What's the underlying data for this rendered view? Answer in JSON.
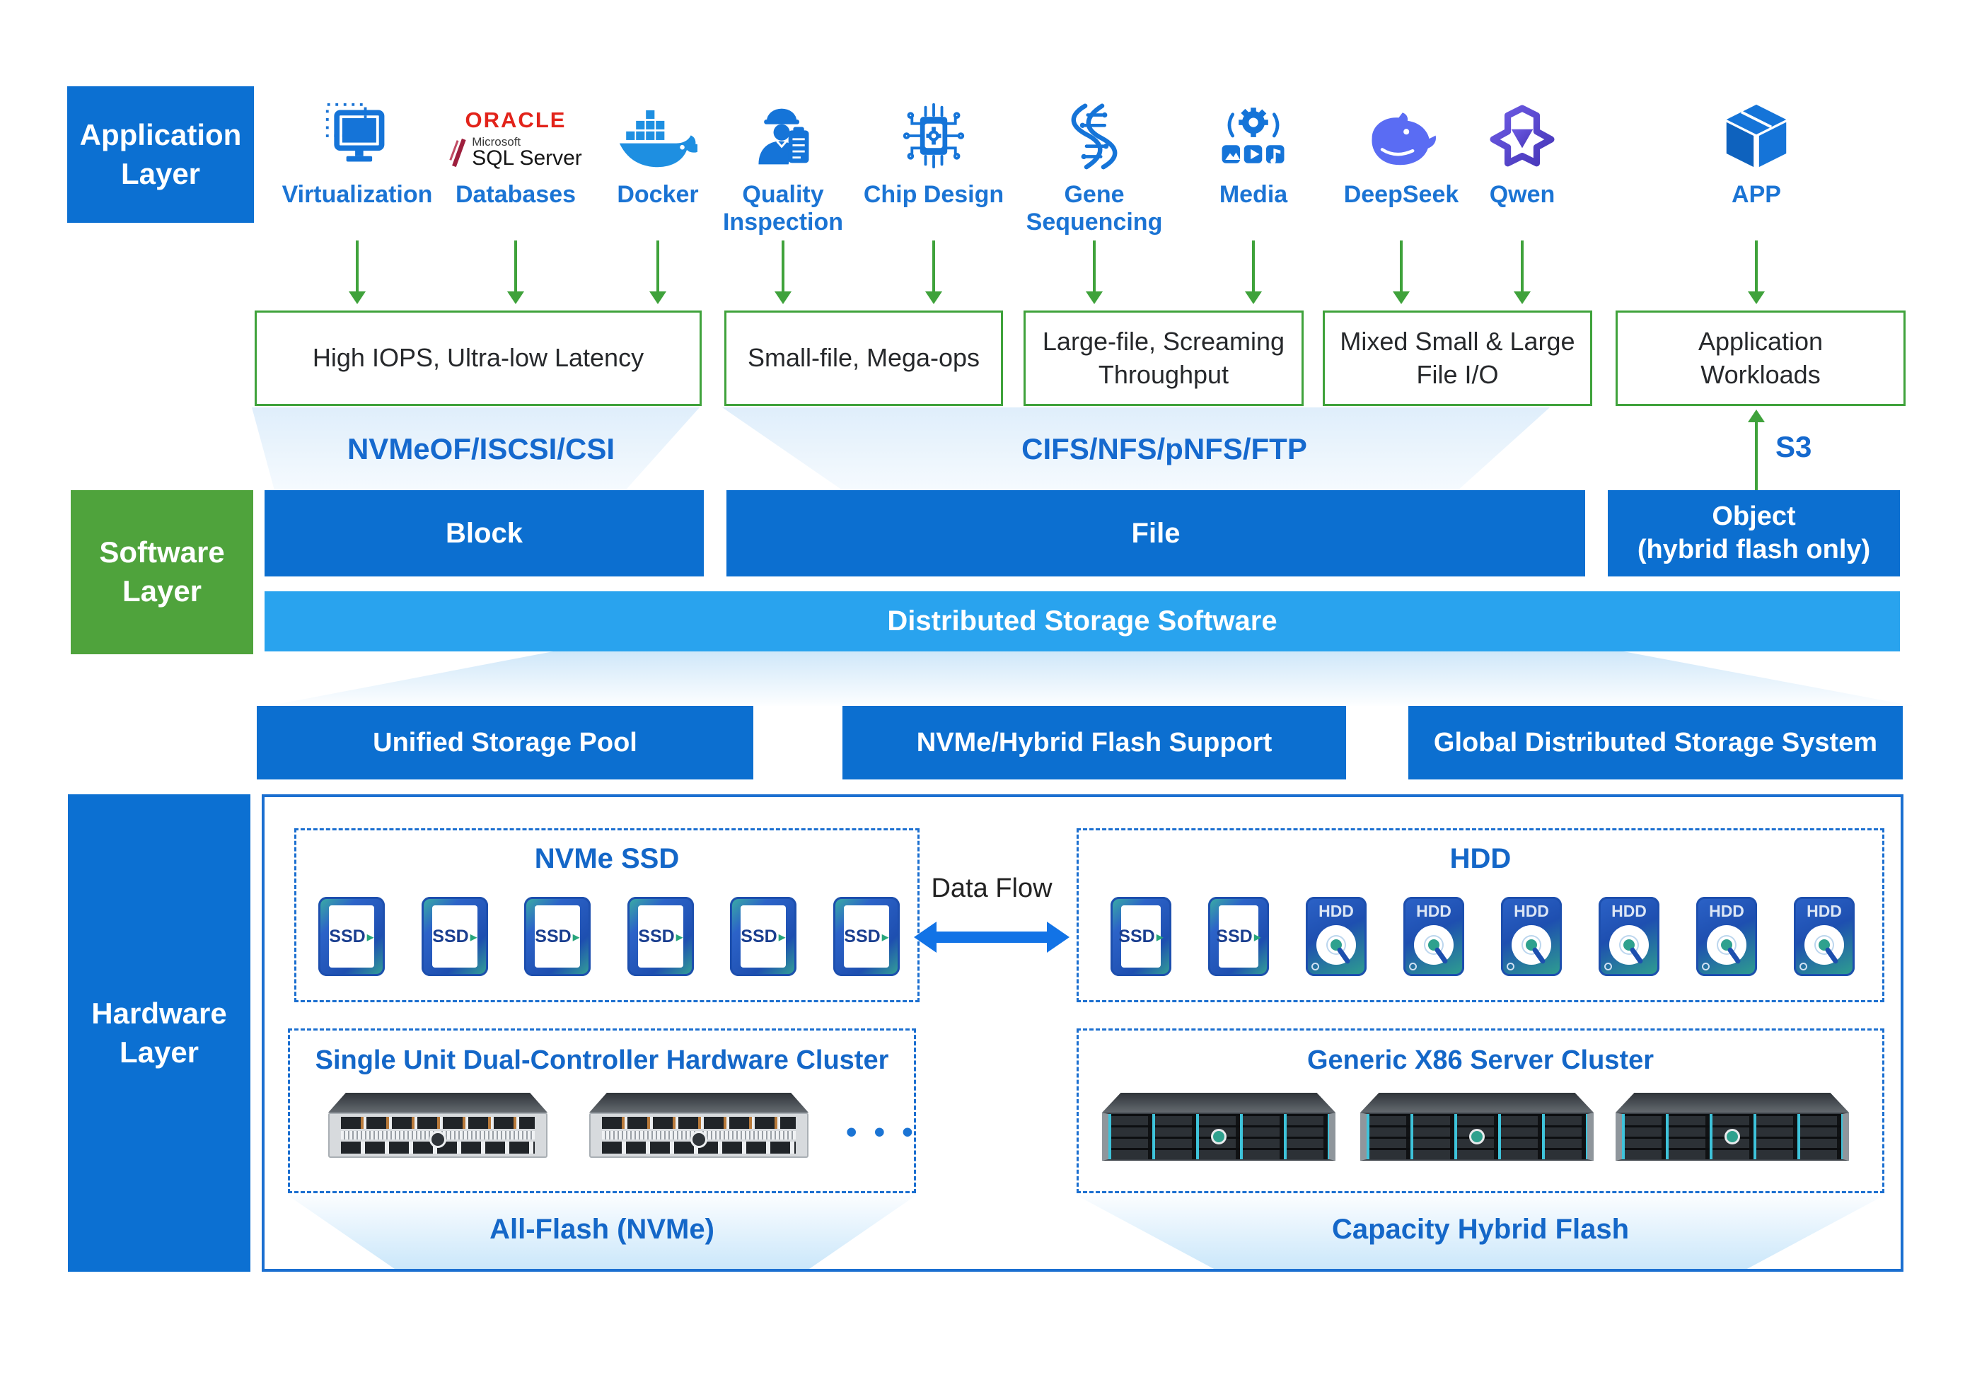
{
  "colors": {
    "primary_blue": "#0C70D2",
    "bar_blue": "#0C6FD0",
    "light_blue_bar": "#29A3EE",
    "software_green": "#4FA33C",
    "arrow_green": "#3FA23B",
    "label_blue": "#1B74D4",
    "protocol_blue": "#1569CE",
    "dashed_border_blue": "#1B6FD0",
    "oracle_red": "#E2231A",
    "data_flow_arrow_blue": "#1273E6"
  },
  "app_layer": {
    "label": "Application Layer",
    "apps": [
      {
        "label": "Virtualization"
      },
      {
        "label": "Databases"
      },
      {
        "label": "Docker"
      },
      {
        "label": "Quality Inspection"
      },
      {
        "label": "Chip Design"
      },
      {
        "label": "Gene Sequencing"
      },
      {
        "label": "Media"
      },
      {
        "label": "DeepSeek"
      },
      {
        "label": "Qwen"
      },
      {
        "label": "APP"
      }
    ],
    "databases": {
      "oracle": "ORACLE",
      "microsoft": "Microsoft",
      "sql_server": "SQL Server"
    }
  },
  "workloads": {
    "box1": "High IOPS, Ultra-low Latency",
    "box2": "Small-file, Mega-ops",
    "box3": "Large-file, Screaming Throughput",
    "box4": "Mixed Small & Large File I/O",
    "box5": "Application Workloads"
  },
  "protocols": {
    "block": "NVMeOF/ISCSI/CSI",
    "file": "CIFS/NFS/pNFS/FTP",
    "object": "S3"
  },
  "software_layer": {
    "label": "Software Layer",
    "block": "Block",
    "file": "File",
    "object_title": "Object",
    "object_sub": "(hybrid flash only)",
    "platform": "Distributed Storage Software",
    "cap1": "Unified Storage Pool",
    "cap2": "NVMe/Hybrid Flash Support",
    "cap3": "Global Distributed Storage System"
  },
  "hardware_layer": {
    "label": "Hardware Layer",
    "nvme_group_title": "NVMe SSD",
    "hdd_group_title": "HDD",
    "data_flow": "Data Flow",
    "ssd_label": "SSD",
    "hdd_label": "HDD",
    "left_cluster_title": "Single Unit Dual-Controller Hardware Cluster",
    "right_cluster_title": "Generic X86 Server Cluster",
    "ellipsis": "• • •",
    "left_caption": "All-Flash (NVMe)",
    "right_caption": "Capacity Hybrid Flash"
  }
}
